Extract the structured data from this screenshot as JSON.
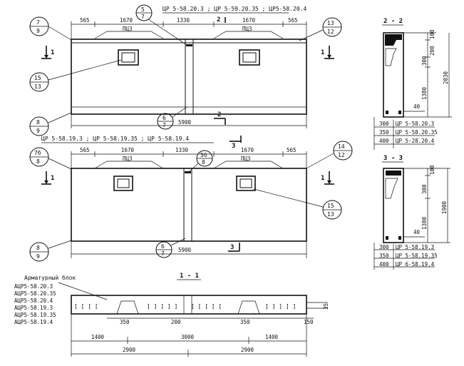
{
  "panel_top": {
    "title": "ЦР 5-58.20.3 ; ЦР 5-59.20.35 ; ЦР5-58.20.4",
    "dims_top": [
      "565",
      "1670",
      "1330",
      "1670",
      "565"
    ],
    "label_pc3": [
      "ПЦ3",
      "ПЦ3"
    ],
    "total": "5900",
    "callouts": [
      {
        "top": "7",
        "bottom": "9"
      },
      {
        "top": "5",
        "bottom": "7"
      },
      {
        "top": "13",
        "bottom": "12"
      },
      {
        "top": "15",
        "bottom": "13"
      },
      {
        "top": "8",
        "bottom": "9"
      },
      {
        "top": "6",
        "bottom": "7"
      }
    ],
    "section_marks": [
      "1",
      "1",
      "2",
      "2",
      "3"
    ]
  },
  "panel_bottom": {
    "title": "ЦР 5-58.19.3 ; ЦР 5-58.19.35 ; ЦР 5-58.19.4",
    "dims_top": [
      "565",
      "1670",
      "1330",
      "1670",
      "565"
    ],
    "label_pc3": [
      "ПЦ3",
      "ПЦ3"
    ],
    "total": "5900",
    "callouts": [
      {
        "top": "7б",
        "bottom": "8"
      },
      {
        "top": "5б",
        "bottom": "8"
      },
      {
        "top": "14",
        "bottom": "12"
      },
      {
        "top": "15",
        "bottom": "13"
      },
      {
        "top": "8",
        "bottom": "9"
      },
      {
        "top": "6",
        "bottom": "7"
      }
    ],
    "section_marks": [
      "1",
      "1",
      "3"
    ]
  },
  "section_2_2": {
    "title": "2 - 2",
    "dims_right": [
      "100",
      "300",
      "200",
      "1380",
      "2030"
    ],
    "dim_40": "40",
    "table": [
      {
        "w": "300",
        "mark": "ЦР 5-58.20.3"
      },
      {
        "w": "350",
        "mark": "ЦР 5-58.20.35"
      },
      {
        "w": "400",
        "mark": "ЦР 5-28.20.4"
      }
    ]
  },
  "section_3_3": {
    "title": "3 - 3",
    "dims_right": [
      "100",
      "300",
      "1380",
      "1900"
    ],
    "dim_40": "40",
    "table": [
      {
        "w": "300",
        "mark": "ЦР 5-58.19.3"
      },
      {
        "w": "350",
        "mark": "ЦР 5-58.19.35"
      },
      {
        "w": "400",
        "mark": "ЦР 6-58.19.4"
      }
    ]
  },
  "section_1_1": {
    "title": "1 - 1",
    "block_heading": "Арматурный блок",
    "block_list": [
      "АЦР5-58.20.3",
      "АЦР5-58.20.35",
      "АЦР5-58.20.4",
      "АЦР5-58.19.3",
      "АЦР5-58.19.35",
      "АЦР5-58.19.4"
    ],
    "dims_small": [
      "350",
      "200",
      "350",
      "150"
    ],
    "dim_right": "35",
    "dims_mid": [
      "1400",
      "3000",
      "1400"
    ],
    "dims_bottom": [
      "2900",
      "2900"
    ]
  }
}
